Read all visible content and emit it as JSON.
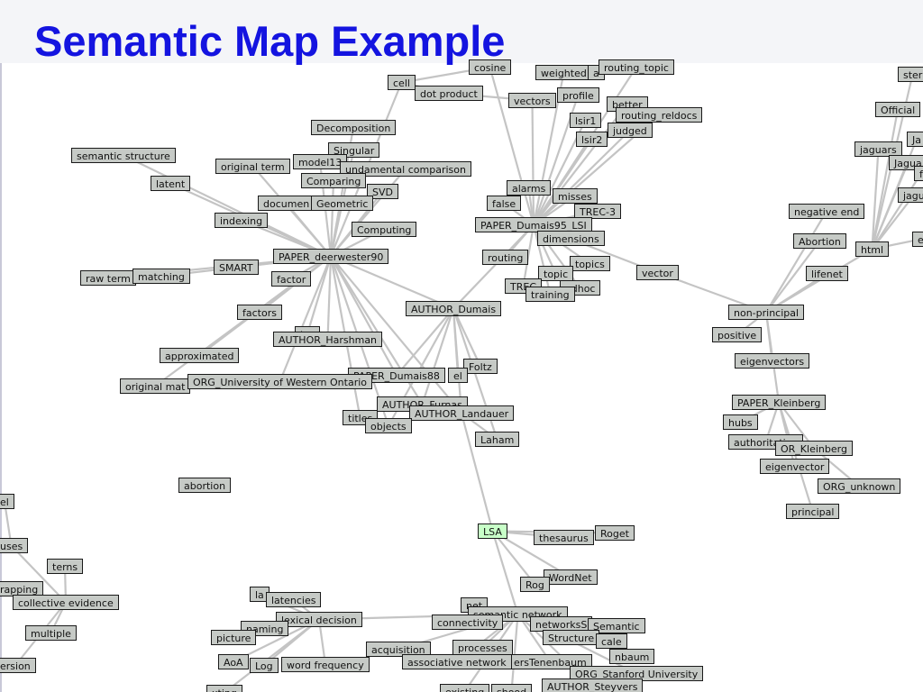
{
  "page": {
    "title": "Semantic Map Example"
  },
  "colors": {
    "title": "#1414e0",
    "node_fill": "#c6cac6",
    "node_border": "#1a1a1a",
    "highlight_fill": "#c8ffc8",
    "edge": "#c4c4c4"
  },
  "nodes": [
    {
      "id": "cosine",
      "label": "cosine"
    },
    {
      "id": "weighted",
      "label": "weighted"
    },
    {
      "id": "a",
      "label": "a"
    },
    {
      "id": "routing_topic",
      "label": "routing_topic"
    },
    {
      "id": "sten",
      "label": "ster"
    },
    {
      "id": "cell",
      "label": "cell"
    },
    {
      "id": "dot_product",
      "label": "dot product"
    },
    {
      "id": "vectors",
      "label": "vectors"
    },
    {
      "id": "profile",
      "label": "profile"
    },
    {
      "id": "better",
      "label": "better"
    },
    {
      "id": "routing_reldocs",
      "label": "routing_reldocs"
    },
    {
      "id": "lsir1",
      "label": "lsir1"
    },
    {
      "id": "official",
      "label": "Official"
    },
    {
      "id": "decomposition",
      "label": "Decomposition"
    },
    {
      "id": "judged",
      "label": "judged"
    },
    {
      "id": "lsir2",
      "label": "lsir2"
    },
    {
      "id": "ja1",
      "label": "Ja"
    },
    {
      "id": "jaguars",
      "label": "jaguars"
    },
    {
      "id": "semantic_structure",
      "label": "semantic structure"
    },
    {
      "id": "singular",
      "label": "Singular"
    },
    {
      "id": "model13",
      "label": "model13"
    },
    {
      "id": "original_term",
      "label": "original term"
    },
    {
      "id": "fundamental_comparison",
      "label": "undamental comparison"
    },
    {
      "id": "jagua",
      "label": "Jagua"
    },
    {
      "id": "f1",
      "label": "f"
    },
    {
      "id": "comparing",
      "label": "Comparing"
    },
    {
      "id": "latent",
      "label": "latent"
    },
    {
      "id": "alarms",
      "label": "alarms"
    },
    {
      "id": "svd",
      "label": "SVD"
    },
    {
      "id": "misses",
      "label": "misses"
    },
    {
      "id": "jagu",
      "label": "jagu"
    },
    {
      "id": "documen",
      "label": "documen"
    },
    {
      "id": "geometric",
      "label": "Geometric"
    },
    {
      "id": "false",
      "label": "false"
    },
    {
      "id": "trec3",
      "label": "TREC-3"
    },
    {
      "id": "negative_end",
      "label": "negative end"
    },
    {
      "id": "indexing",
      "label": "indexing"
    },
    {
      "id": "paper_dumais95",
      "label": "PAPER_Dumais95_LSI"
    },
    {
      "id": "computing",
      "label": "Computing"
    },
    {
      "id": "dimensions",
      "label": "dimensions"
    },
    {
      "id": "e1",
      "label": "e"
    },
    {
      "id": "abortion_cap",
      "label": "Abortion"
    },
    {
      "id": "html",
      "label": "html"
    },
    {
      "id": "paper_deerwester",
      "label": "PAPER_deerwester90"
    },
    {
      "id": "routing",
      "label": "routing"
    },
    {
      "id": "topics",
      "label": "topics"
    },
    {
      "id": "smart",
      "label": "SMART"
    },
    {
      "id": "raw_term",
      "label": "raw term"
    },
    {
      "id": "matching",
      "label": "matching"
    },
    {
      "id": "topic",
      "label": "topic"
    },
    {
      "id": "vector",
      "label": "vector"
    },
    {
      "id": "lifenet",
      "label": "lifenet"
    },
    {
      "id": "factor",
      "label": "factor"
    },
    {
      "id": "trec",
      "label": "TREC"
    },
    {
      "id": "adhoc",
      "label": "adhoc"
    },
    {
      "id": "training",
      "label": "training"
    },
    {
      "id": "author_dumais",
      "label": "AUTHOR_Dumais"
    },
    {
      "id": "factors",
      "label": "factors"
    },
    {
      "id": "non_principal",
      "label": "non-principal"
    },
    {
      "id": "ter",
      "label": "ter"
    },
    {
      "id": "author_harshman",
      "label": "AUTHOR_Harshman"
    },
    {
      "id": "positive",
      "label": "positive"
    },
    {
      "id": "approximated",
      "label": "approximated"
    },
    {
      "id": "eigenvectors",
      "label": "eigenvectors"
    },
    {
      "id": "foltz",
      "label": "Foltz"
    },
    {
      "id": "paper_dumais88",
      "label": "PAPER_Dumais88"
    },
    {
      "id": "ellipse",
      "label": "el"
    },
    {
      "id": "original_mat",
      "label": "original mat"
    },
    {
      "id": "org_uwo",
      "label": "ORG_University of Western Ontario"
    },
    {
      "id": "paper_kleinberg",
      "label": "PAPER_Kleinberg"
    },
    {
      "id": "author_furnas",
      "label": "AUTHOR_Furnas"
    },
    {
      "id": "titles",
      "label": "titles"
    },
    {
      "id": "author_landauer",
      "label": "AUTHOR_Landauer"
    },
    {
      "id": "hubs",
      "label": "hubs"
    },
    {
      "id": "objects",
      "label": "objects"
    },
    {
      "id": "laham",
      "label": "Laham"
    },
    {
      "id": "authoritative",
      "label": "authoritative"
    },
    {
      "id": "author_kleinberg",
      "label": "OR_Kleinberg"
    },
    {
      "id": "eigenvector",
      "label": "eigenvector"
    },
    {
      "id": "abortion",
      "label": "abortion"
    },
    {
      "id": "org_unknown",
      "label": "ORG_unknown"
    },
    {
      "id": "el_left",
      "label": "el"
    },
    {
      "id": "principal",
      "label": "principal"
    },
    {
      "id": "lsa",
      "label": "LSA",
      "highlight": true
    },
    {
      "id": "roget",
      "label": "Roget"
    },
    {
      "id": "thesaurus",
      "label": "thesaurus"
    },
    {
      "id": "uses",
      "label": "uses"
    },
    {
      "id": "terns",
      "label": "terns"
    },
    {
      "id": "wordnet",
      "label": "WordNet"
    },
    {
      "id": "rog",
      "label": "Rog"
    },
    {
      "id": "trapping",
      "label": "rapping"
    },
    {
      "id": "la",
      "label": "la"
    },
    {
      "id": "latencies",
      "label": "latencies"
    },
    {
      "id": "collective_evidence",
      "label": "collective evidence"
    },
    {
      "id": "network_hidden",
      "label": "net"
    },
    {
      "id": "semantic_network",
      "label": "semantic network"
    },
    {
      "id": "lexical_decision",
      "label": "lexical decision"
    },
    {
      "id": "connectivity",
      "label": "connectivity"
    },
    {
      "id": "networks",
      "label": "networksS"
    },
    {
      "id": "semantic",
      "label": "Semantic"
    },
    {
      "id": "multiple",
      "label": "multiple"
    },
    {
      "id": "naming",
      "label": "naming"
    },
    {
      "id": "picture",
      "label": "picture"
    },
    {
      "id": "structure",
      "label": "Structure"
    },
    {
      "id": "scale",
      "label": "cale"
    },
    {
      "id": "acquisition",
      "label": "acquisition"
    },
    {
      "id": "processes",
      "label": "processes"
    },
    {
      "id": "tenenbaum",
      "label": "ersTenenbaum"
    },
    {
      "id": "nbaum",
      "label": "nbaum"
    },
    {
      "id": "version",
      "label": "ersion"
    },
    {
      "id": "aoa",
      "label": "AoA"
    },
    {
      "id": "log",
      "label": "Log"
    },
    {
      "id": "word_frequency",
      "label": "word frequency"
    },
    {
      "id": "associative_network",
      "label": "associative network"
    },
    {
      "id": "org_stanford",
      "label": "ORG_Stanford University"
    },
    {
      "id": "existing",
      "label": "existing"
    },
    {
      "id": "shood",
      "label": "shood"
    },
    {
      "id": "author_steyvers",
      "label": "AUTHOR_Steyvers"
    },
    {
      "id": "xting",
      "label": "xting"
    }
  ]
}
